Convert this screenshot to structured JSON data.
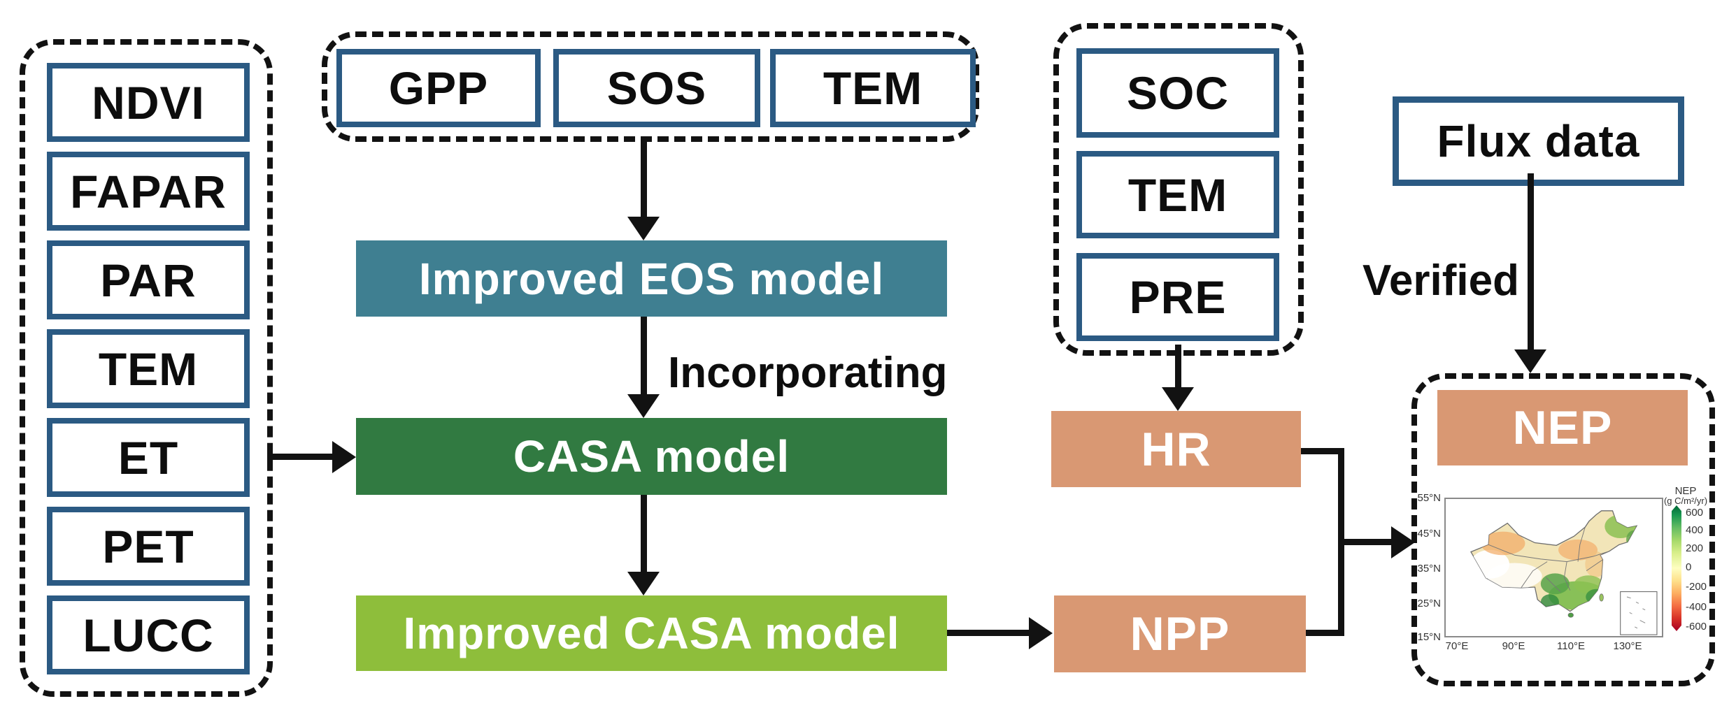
{
  "colors": {
    "input_border_blue": "#2b5a83",
    "eos_teal": "#3f7f91",
    "casa_dark_green": "#317a41",
    "improved_casa_light_green": "#8ebe3b",
    "output_salmon": "#d99873",
    "arrow_black": "#121212"
  },
  "left_inputs": {
    "items": [
      "NDVI",
      "FAPAR",
      "PAR",
      "TEM",
      "ET",
      "PET",
      "LUCC"
    ]
  },
  "top_inputs": {
    "items": [
      "GPP",
      "SOS",
      "TEM"
    ]
  },
  "right_inputs": {
    "items": [
      "SOC",
      "TEM",
      "PRE"
    ]
  },
  "models": {
    "eos": "Improved EOS model",
    "casa": "CASA model",
    "improved_casa": "Improved CASA model"
  },
  "flow_labels": {
    "incorporating": "Incorporating",
    "verified": "Verified"
  },
  "nodes": {
    "hr": "HR",
    "npp": "NPP",
    "nep": "NEP",
    "flux_data": "Flux data"
  },
  "map": {
    "y_ticks": [
      "55°N",
      "45°N",
      "35°N",
      "25°N",
      "15°N"
    ],
    "x_ticks": [
      "70°E",
      "90°E",
      "110°E",
      "130°E"
    ],
    "colorbar": {
      "title": "NEP",
      "unit": "(g C/m²/yr)",
      "ticks": [
        "600",
        "400",
        "200",
        "0",
        "-200",
        "-400",
        "-600"
      ]
    }
  }
}
